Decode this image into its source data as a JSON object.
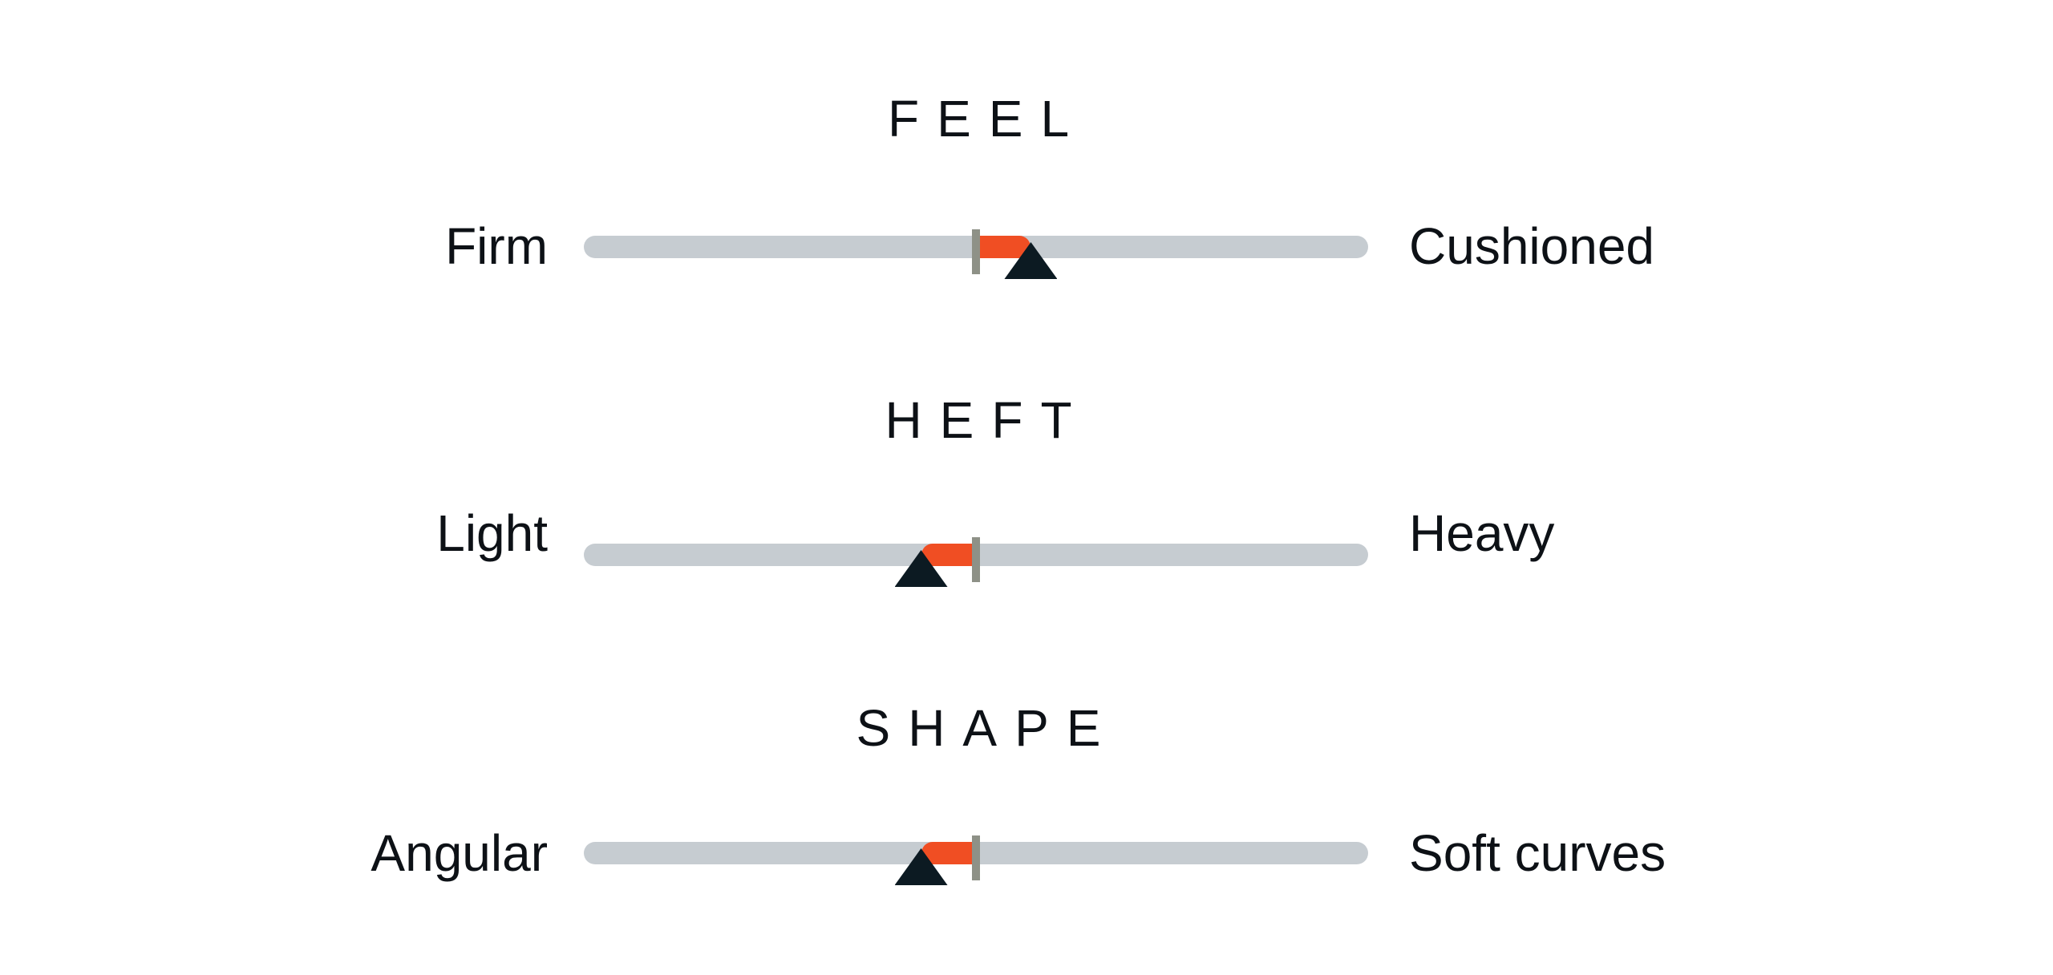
{
  "colors": {
    "track": "#c6ccd1",
    "fill": "#f04e23",
    "tick": "#8e9187",
    "marker": "#0c1a22",
    "text": "#0d1116"
  },
  "scales": [
    {
      "title": "FEEL",
      "left_label": "Firm",
      "right_label": "Cushioned",
      "midpoint": 0.5,
      "value": 0.57
    },
    {
      "title": "HEFT",
      "left_label": "Light",
      "right_label": "Heavy",
      "midpoint": 0.5,
      "value": 0.43
    },
    {
      "title": "SHAPE",
      "left_label": "Angular",
      "right_label": "Soft curves",
      "midpoint": 0.5,
      "value": 0.43
    }
  ]
}
